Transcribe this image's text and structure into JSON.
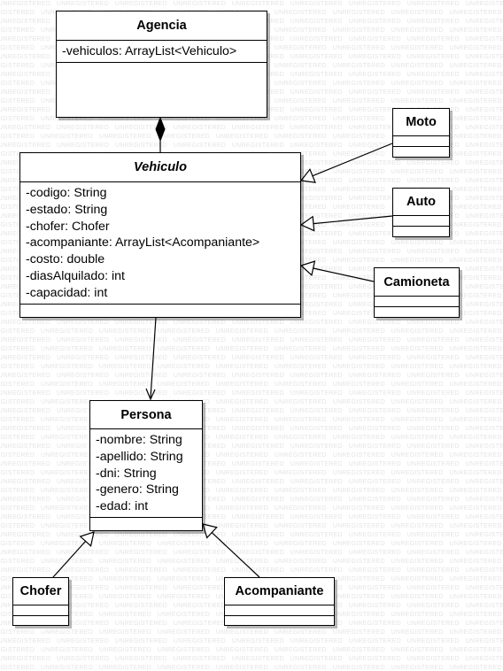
{
  "watermark_text": "UNREGISTERED",
  "classes": {
    "agencia": {
      "name": "Agencia",
      "attributes": [
        "-vehiculos: ArrayList<Vehiculo>"
      ]
    },
    "vehiculo": {
      "name": "Vehiculo",
      "abstract": true,
      "attributes": [
        "-codigo: String",
        "-estado: String",
        "-chofer: Chofer",
        "-acompaniante: ArrayList<Acompaniante>",
        "-costo: double",
        "-diasAlquilado: int",
        "-capacidad: int"
      ]
    },
    "moto": {
      "name": "Moto",
      "attributes": []
    },
    "auto": {
      "name": "Auto",
      "attributes": []
    },
    "camioneta": {
      "name": "Camioneta",
      "attributes": []
    },
    "persona": {
      "name": "Persona",
      "attributes": [
        "-nombre: String",
        "-apellido: String",
        "-dni: String",
        "-genero: String",
        "-edad: int"
      ]
    },
    "chofer": {
      "name": "Chofer",
      "attributes": []
    },
    "acompaniante": {
      "name": "Acompaniante",
      "attributes": []
    }
  },
  "relationships": [
    {
      "type": "composition",
      "from": "Agencia",
      "to": "Vehiculo"
    },
    {
      "type": "generalization",
      "from": "Moto",
      "to": "Vehiculo"
    },
    {
      "type": "generalization",
      "from": "Auto",
      "to": "Vehiculo"
    },
    {
      "type": "generalization",
      "from": "Camioneta",
      "to": "Vehiculo"
    },
    {
      "type": "association",
      "from": "Vehiculo",
      "to": "Persona"
    },
    {
      "type": "generalization",
      "from": "Chofer",
      "to": "Persona"
    },
    {
      "type": "generalization",
      "from": "Acompaniante",
      "to": "Persona"
    }
  ]
}
